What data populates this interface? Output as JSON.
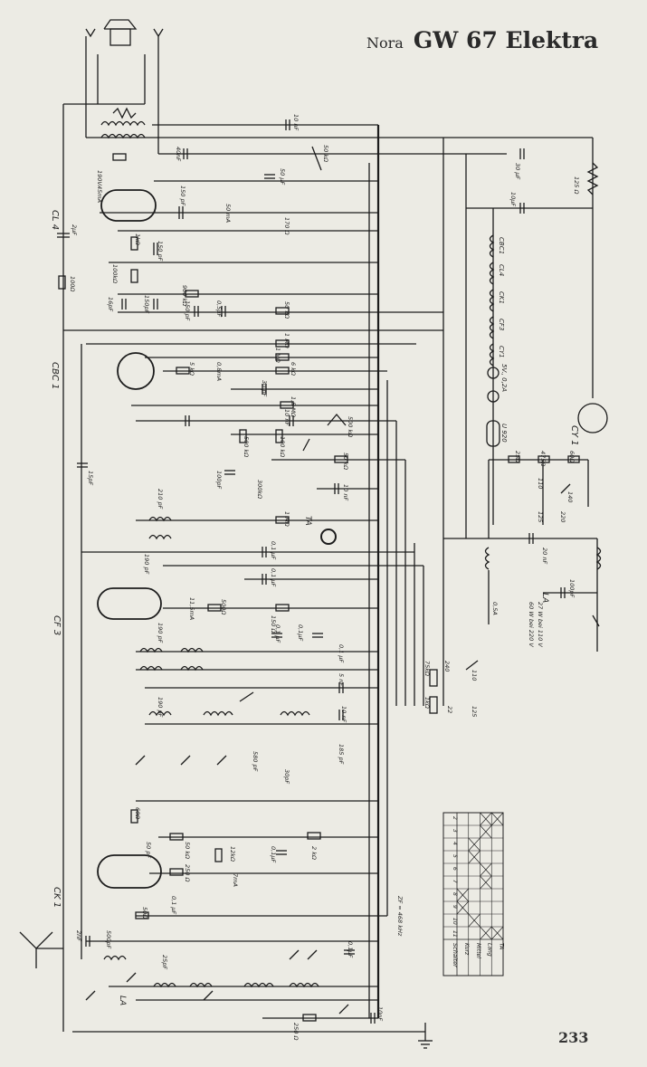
{
  "header": {
    "brand": "Nora",
    "model": "GW 67 Elektra"
  },
  "page_number": "233",
  "tube_labels": [
    "CL 4",
    "CBC 1",
    "CF 3",
    "CK 1",
    "CY 1"
  ],
  "series_filament_chain": [
    "CBC1",
    "CL4",
    "CK1",
    "CF3",
    "CY1",
    "5V., 0,2A",
    "U 920"
  ],
  "component_values": {
    "c_10nF_top": "10 nF",
    "c_40nF": "40nF",
    "c_2uF": "2µF",
    "r_100": "100Ω",
    "c_150pF_a": "150 pF",
    "r_1k": "1kΩ",
    "c_150pF_b": "150 pF",
    "r_100k": "100kΩ",
    "c_150pF_c": "150pF",
    "c_16pF": "16pF",
    "r_900k": "900 kΩ",
    "c_150pF_d": "150 pF",
    "c_0_5uF": "0,5µF",
    "r_50k_a": "50 kΩ",
    "pot_50k": "50 kΩ",
    "c_50uF": "50 µF",
    "r_170": "170 Ω",
    "i_50mA": "50 mA",
    "v_190": "190V.",
    "i_45mA": "45mA",
    "r_1M": "1 MΩ",
    "r_1M_b": "1 MΩ",
    "r_6k": "6 kΩ",
    "r_5k": "5 kΩ",
    "i_0_8mA": "0,8mA",
    "c_30pF": "30 pF",
    "r_1_5M": "1,5 MΩ",
    "c_10nF_b": "10 nF",
    "pot_500k": "500 kΩ",
    "r_500k": "500 kΩ",
    "r_100k_b": "100 kΩ",
    "r_300k": "300kΩ",
    "c_100pF": "100pF",
    "c_15pF": "15pF",
    "r_50k_b": "50 kΩ",
    "c_10nF_c": "10 nF",
    "r_1M_c": "1 MΩ",
    "c_0_1uF_a": "0,1 µF",
    "c_0_1uF_b": "0,1 µF",
    "c_210pF": "210 pF",
    "c_190pF_a": "190 pF",
    "r_500": "500Ω",
    "r_150": "150 Ω",
    "i_11_5mA": "11,5mA",
    "c_190pF_b": "190 pF",
    "c_0_1uF_c": "0,1 µF",
    "c_0_1uF_d": "0,1µF",
    "c_0_1uF_e": "0,1 µF",
    "c_5nF": "5 nF",
    "c_10nF_d": "10 nF",
    "c_190pF_c": "190 pF",
    "c_580pF": "580 pF",
    "c_30pF_b": "30pF",
    "c_185pF": "185 pF",
    "r_60": "60Ω",
    "c_50pF": "50 pF",
    "r_50k_c": "50 kΩ",
    "r_250": "250 Ω",
    "r_12k": "12kΩ",
    "c_0_1uF_f": "0,1µF",
    "r_2k": "2 kΩ",
    "i_7mA": "7mA",
    "c_0_1uF_g": "0,1 µF",
    "r_50_b": "50Ω",
    "c_2nF": "2nF",
    "c_500pF": "500pF",
    "c_25pF": "25pF",
    "c_0_1uF_h": "0,1µF",
    "c_10nF_e": "10nF",
    "r_250_b": "250 Ω",
    "zf": "ZF = 468 kHz",
    "c_30uF": "30 µF",
    "r_125": "125 Ω",
    "c_10uF": "10µF",
    "r_25": "25Ω",
    "r_475": "475Ω",
    "r_60_b": "60Ω",
    "tap_110": "110",
    "tap_125": "125",
    "tap_220": "220",
    "tap_140": "140",
    "c_20nF": "20 nF",
    "c_100pF_b": "100pF",
    "fuse": "0,5A",
    "power_1": "60 W bei 220 V",
    "power_2": "27 W bei 110 V",
    "r_75k": "75kΩ",
    "r_1k_b": "1kΩ",
    "tap_240": "240",
    "tap_22": "22",
    "tap_125_b": "125",
    "tap_110_b": "110"
  },
  "terminals": {
    "la_1": "LA",
    "la_2": "LA",
    "ta": "TA"
  },
  "switch_table": {
    "header": "Schalter",
    "columns": [
      "2",
      "3",
      "4",
      "5",
      "6",
      "7",
      "8",
      "9",
      "10",
      "11"
    ],
    "rows": [
      "Kurz",
      "Mittel",
      "Lang",
      "TA"
    ]
  }
}
